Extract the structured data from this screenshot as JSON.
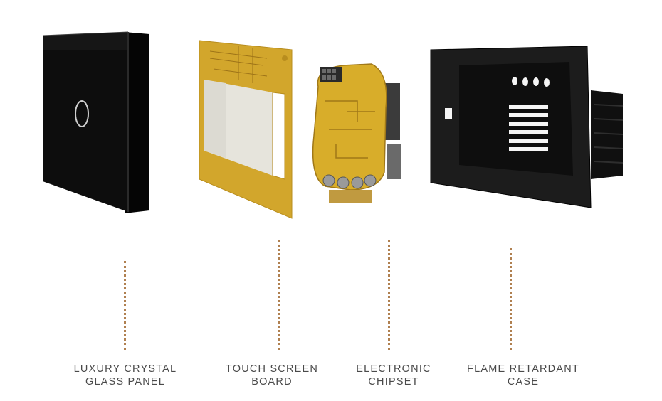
{
  "components": [
    {
      "id": "glass-panel",
      "label_line1": "LUXURY CRYSTAL",
      "label_line2": "GLASS PANEL"
    },
    {
      "id": "touch-board",
      "label_line1": "TOUCH SCREEN",
      "label_line2": "BOARD"
    },
    {
      "id": "chipset",
      "label_line1": "ELECTRONIC",
      "label_line2": "CHIPSET"
    },
    {
      "id": "case",
      "label_line1": "FLAME RETARDANT",
      "label_line2": "CASE"
    }
  ],
  "colors": {
    "glass": "#0b0b0b",
    "pcb": "#d4a82a",
    "case": "#1a1a1a",
    "leader": "#b08050",
    "caption": "#4a4a4a"
  }
}
